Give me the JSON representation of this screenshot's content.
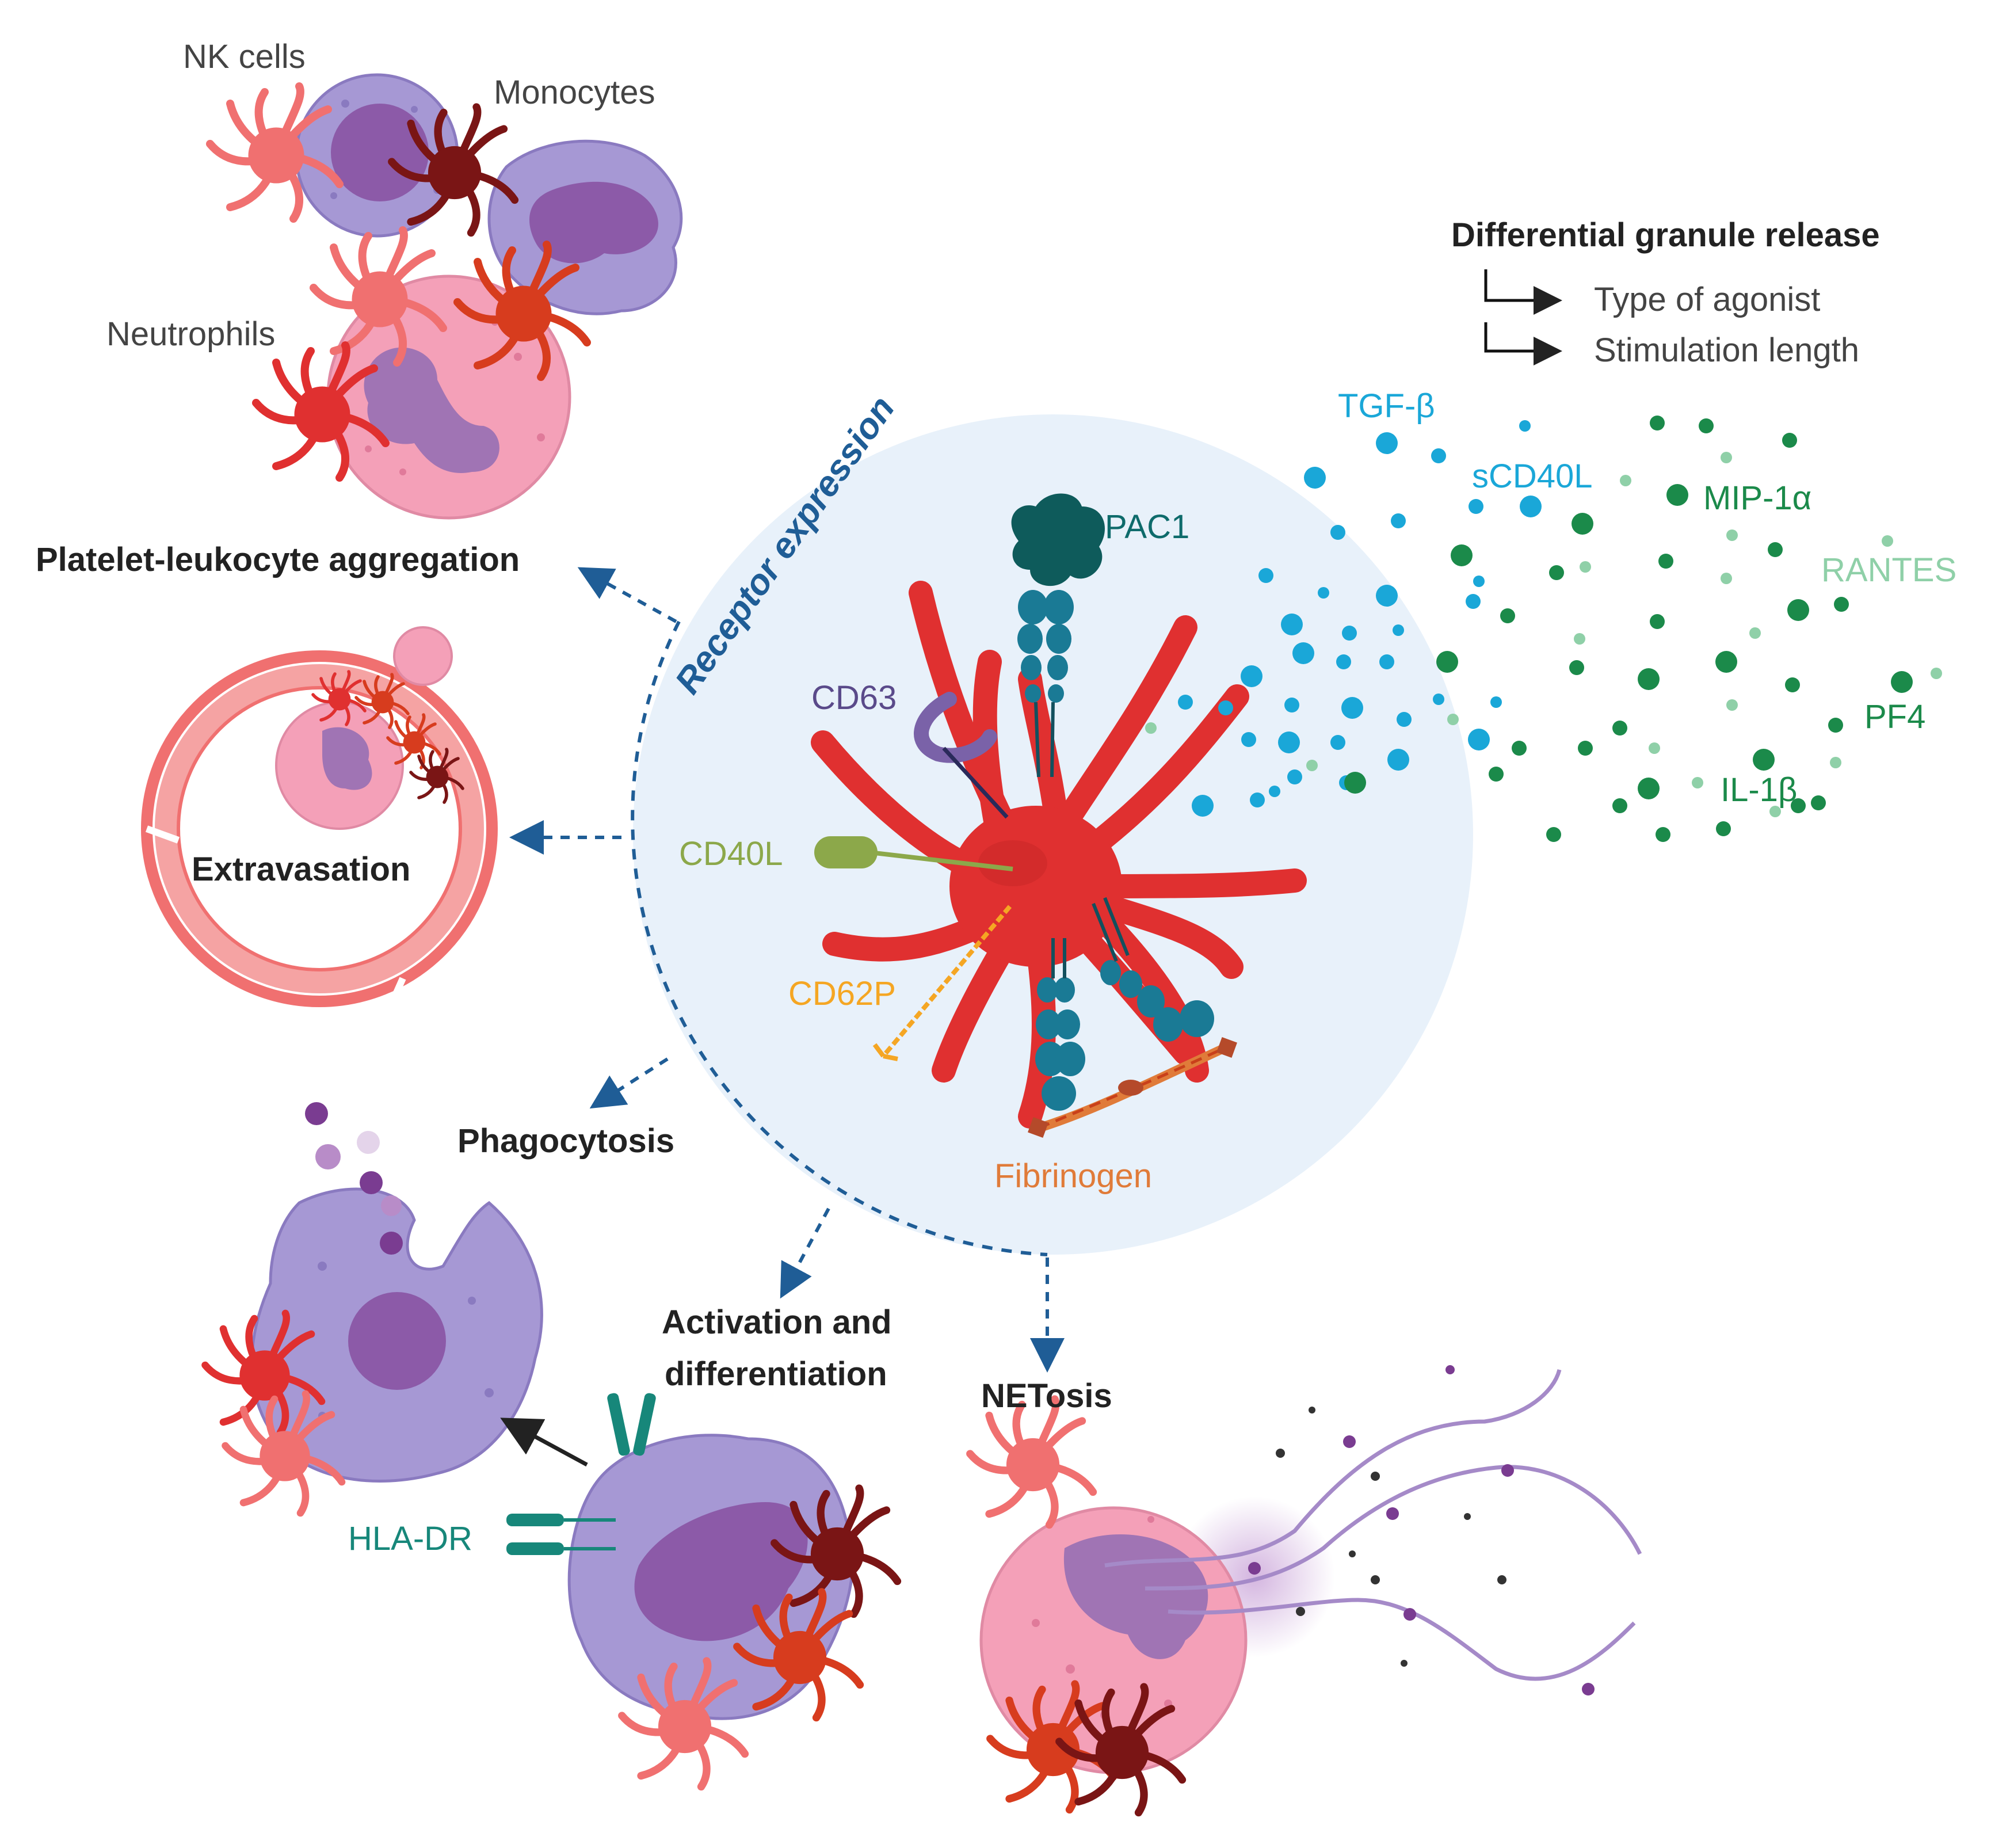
{
  "center": {
    "title": "Receptor expression",
    "receptors": {
      "pac1": "PAC1",
      "cd63": "CD63",
      "cd40l": "CD40L",
      "cd62p": "CD62P",
      "fibrinogen": "Fibrinogen"
    }
  },
  "granule_release": {
    "title": "Differential granule release",
    "factors": [
      "Type of agonist",
      "Stimulation length"
    ]
  },
  "mediators": {
    "tgf_beta": "TGF-β",
    "scd40l": "sCD40L",
    "mip1a": "MIP-1α",
    "rantes": "RANTES",
    "pf4": "PF4",
    "il1b": "IL-1β"
  },
  "cells": {
    "nk": "NK cells",
    "monocytes": "Monocytes",
    "neutrophils": "Neutrophils"
  },
  "functions": {
    "aggregation": "Platelet-leukocyte aggregation",
    "extravasation": "Extravasation",
    "phagocytosis": "Phagocytosis",
    "activation_line1": "Activation and",
    "activation_line2": "differentiation",
    "netosis": "NETosis",
    "hla_dr": "HLA-DR"
  },
  "colors": {
    "platelet": "#e03030",
    "platelet_light": "#f07070",
    "platelet_dark": "#8b1a1a",
    "neutrophil": "#f4a0b8",
    "monocyte": "#a698d4",
    "nucleus": "#8c5aa8",
    "circle_bg": "#e8f1fa",
    "arrow": "#1f5d96",
    "tgf_blue": "#1aa7d8",
    "green": "#1b8a4a",
    "light_green": "#8fd0a8",
    "cd63": "#7a62a8",
    "cd40l": "#8ca84a",
    "cd62p": "#f5a623",
    "fibrinogen": "#e07b39",
    "teal": "#17877a"
  },
  "icons": [
    "platelet-icon",
    "neutrophil-icon",
    "monocyte-icon",
    "nk-cell-icon",
    "blood-vessel-icon",
    "dna-strand-icon",
    "receptor-icon"
  ]
}
